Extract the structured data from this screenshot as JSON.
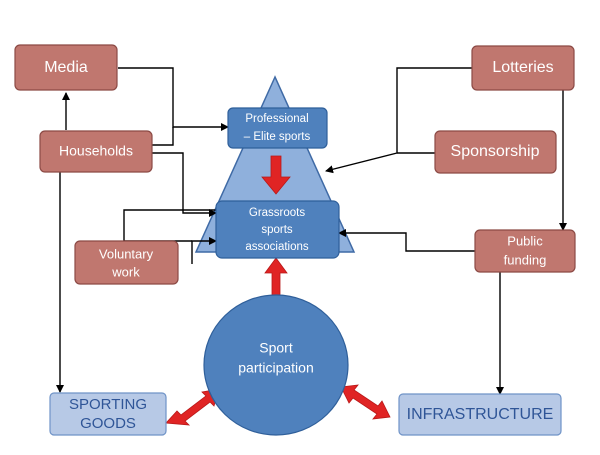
{
  "nodes": {
    "media": "Media",
    "lotteries": "Lotteries",
    "households": "Households",
    "professional_line1": "Professional",
    "professional_line2": "– Elite sports",
    "sponsorship": "Sponsorship",
    "grassroots_line1": "Grassroots",
    "grassroots_line2": "sports",
    "grassroots_line3": "associations",
    "voluntary_line1": "Voluntary",
    "voluntary_line2": "work",
    "public_line1": "Public",
    "public_line2": "funding",
    "participation_line1": "Sport",
    "participation_line2": "participation",
    "sporting_line1": "SPORTING",
    "sporting_line2": "GOODS",
    "infrastructure": "INFRASTRUCTURE"
  },
  "colors": {
    "source_box": "#c0776f",
    "sport_box": "#4f81bd",
    "outcome_box": "#b7c9e6",
    "flow_arrow": "#e02424",
    "outcome_text": "#2f5597"
  }
}
